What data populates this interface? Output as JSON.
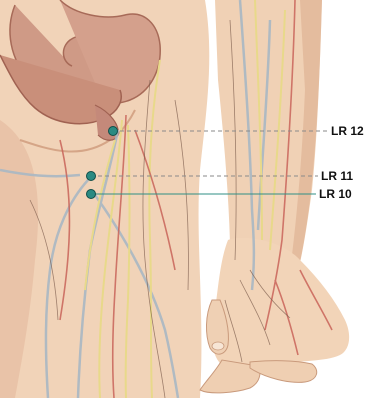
{
  "colors": {
    "skin": "#f1d3b8",
    "skin_shadow": "#d8a98a",
    "intestine": "#c98f7a",
    "nerve": "#e8d98a",
    "artery": "#c9645a",
    "vein": "#a9b8c4",
    "point": "#2a8a82",
    "leader_dashed": "#8a8a8a",
    "leader_solid": "#2f8f85"
  },
  "points": [
    {
      "id": "lr12",
      "label": "LR 12",
      "line_style": "dashed"
    },
    {
      "id": "lr11",
      "label": "LR 11",
      "line_style": "dashed"
    },
    {
      "id": "lr10",
      "label": "LR 10",
      "line_style": "solid"
    }
  ]
}
